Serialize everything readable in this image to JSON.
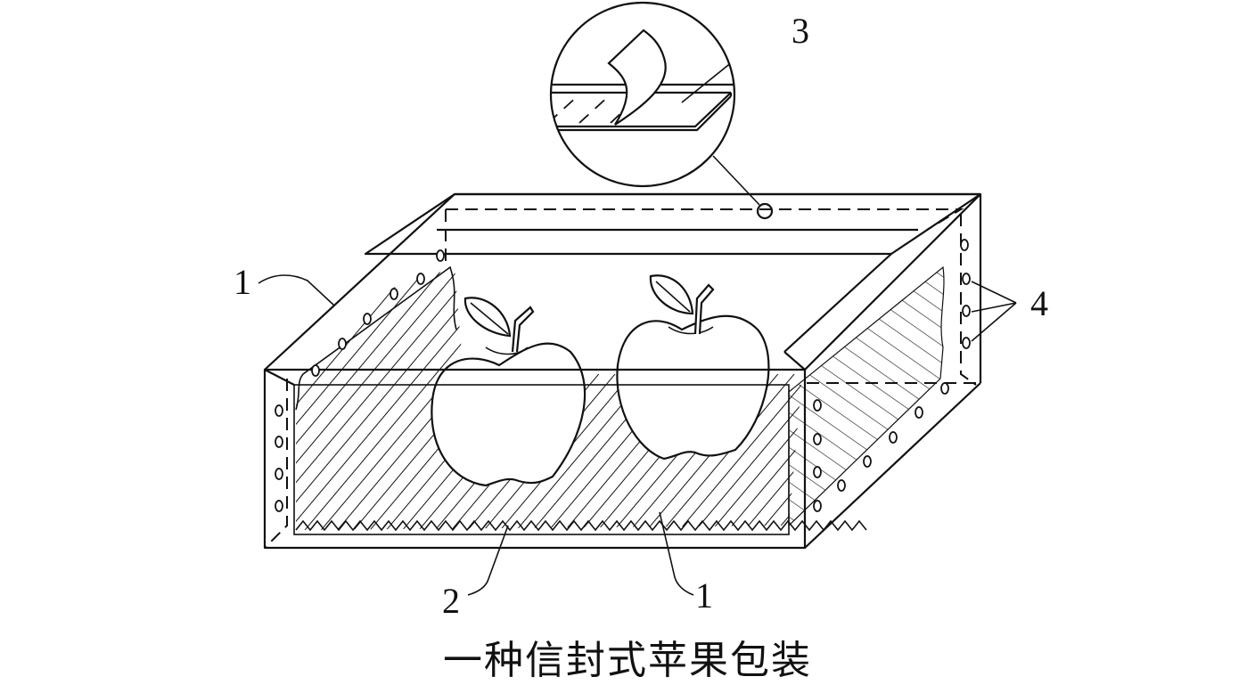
{
  "title": "一种信封式苹果包装",
  "labels": {
    "box_left": "1",
    "liner": "2",
    "adhesive_strip": "3",
    "vent_holes": "4",
    "box_bottom": "1"
  },
  "colors": {
    "line": "#111111",
    "background": "#ffffff"
  }
}
